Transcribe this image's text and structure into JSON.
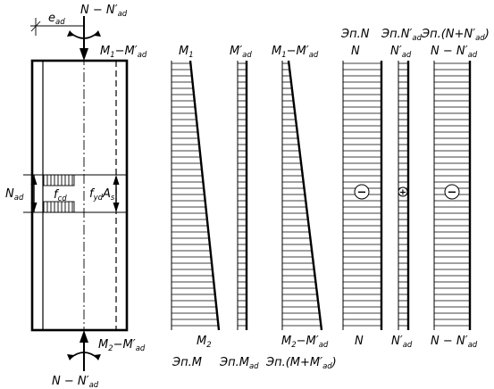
{
  "column": {
    "top_force": {
      "main": "N",
      "sep": " − ",
      "prime": "N′",
      "sub": "ad"
    },
    "bottom_force": {
      "main": "N",
      "sep": " − ",
      "prime": "N′",
      "sub": "ad"
    },
    "eccentricity": {
      "main": "e",
      "sub": "ad"
    },
    "top_moment": {
      "a": "M",
      "a_sub": "1",
      "sep": "−",
      "prime": "M′",
      "sub": "ad"
    },
    "bottom_moment": {
      "a": "M",
      "a_sub": "2",
      "sep": "−",
      "prime": "M′",
      "sub": "ad"
    },
    "n_ad": {
      "main": "N",
      "sub": "ad"
    },
    "f_cd": {
      "main": "f",
      "sub": "cd"
    },
    "fyd_as": {
      "f": "f",
      "f_sub": "yd",
      "a": "A",
      "a_sub": "s"
    }
  },
  "diagrams": {
    "m": {
      "top": "M",
      "top_sub": "1",
      "bottom": "M",
      "bottom_sub": "2",
      "caption": "Эп.M"
    },
    "m_ad": {
      "top": "M′",
      "top_sub": "ad",
      "caption_main": "Эп.M",
      "caption_sub": "ad"
    },
    "m_diff": {
      "top_a": "M",
      "top_a_sub": "1",
      "top_sep": "−",
      "top_b": "M′",
      "top_sub": "ad",
      "bottom_a": "M",
      "bottom_a_sub": "2",
      "bottom_sep": "−",
      "bottom_b": "M′",
      "bottom_sub": "ad",
      "caption_pre": "Эп.(M+M′",
      "caption_sub": "ad",
      "caption_post": ")"
    },
    "n": {
      "caption": "Эп.N",
      "top": "N",
      "bottom": "N",
      "sign": "−"
    },
    "n_ad": {
      "caption_main": "Эп.N′",
      "caption_sub": "ad",
      "top": "N′",
      "top_sub": "ad",
      "bottom": "N′",
      "bottom_sub": "ad",
      "sign": "+"
    },
    "n_sum": {
      "caption_pre": "Эп.(N+N′",
      "caption_sub": "ad",
      "caption_post": ")",
      "top_main": "N − N′",
      "top_sub": "ad",
      "bottom_main": "N − N′",
      "bottom_sub": "ad",
      "sign": "−"
    }
  },
  "colors": {
    "ink": "#000000",
    "background": "#ffffff"
  }
}
